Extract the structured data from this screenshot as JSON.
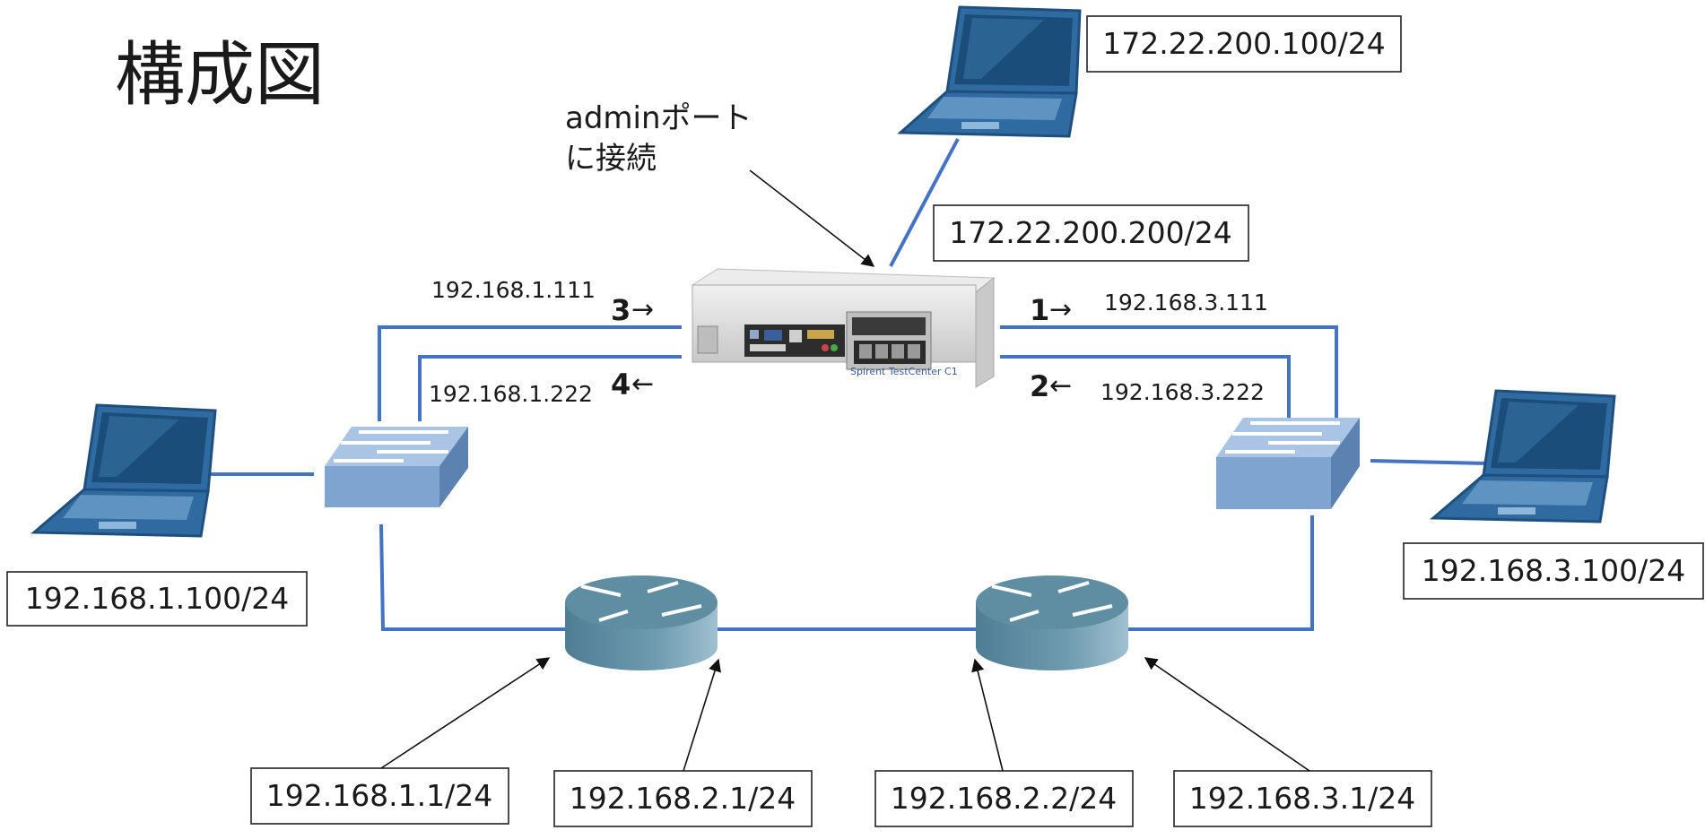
{
  "title": "構成図",
  "admin_note": {
    "line1": "adminポート",
    "line2": "に接続"
  },
  "addresses": {
    "admin_pc": "172.22.200.100/24",
    "admin_port": "172.22.200.200/24",
    "left_pc": "192.168.1.100/24",
    "right_pc": "192.168.3.100/24",
    "router1_left": "192.168.1.1/24",
    "router1_right": "192.168.2.1/24",
    "router2_left": "192.168.2.2/24",
    "router2_right": "192.168.3.1/24"
  },
  "ports": {
    "p3": {
      "num": "3",
      "arrow": "→",
      "ip": "192.168.1.111"
    },
    "p4": {
      "num": "4",
      "arrow": "←",
      "ip": "192.168.1.222"
    },
    "p1": {
      "num": "1",
      "arrow": "→",
      "ip": "192.168.3.111"
    },
    "p2": {
      "num": "2",
      "arrow": "←",
      "ip": "192.168.3.222"
    }
  },
  "device_brand": "Spirent TestCenter C1",
  "colors": {
    "link": "#4472c4",
    "laptop_body": "#2f6ba0",
    "laptop_dark": "#1f4f7f",
    "laptop_screen": "#1a4d7a",
    "switch_top": "#a9c4e4",
    "switch_front": "#7fa4cf",
    "switch_side": "#5b82b0",
    "router_top": "#5f8ea3",
    "router_body": "#6f9bb0",
    "device_body": "#dcdcdc"
  }
}
